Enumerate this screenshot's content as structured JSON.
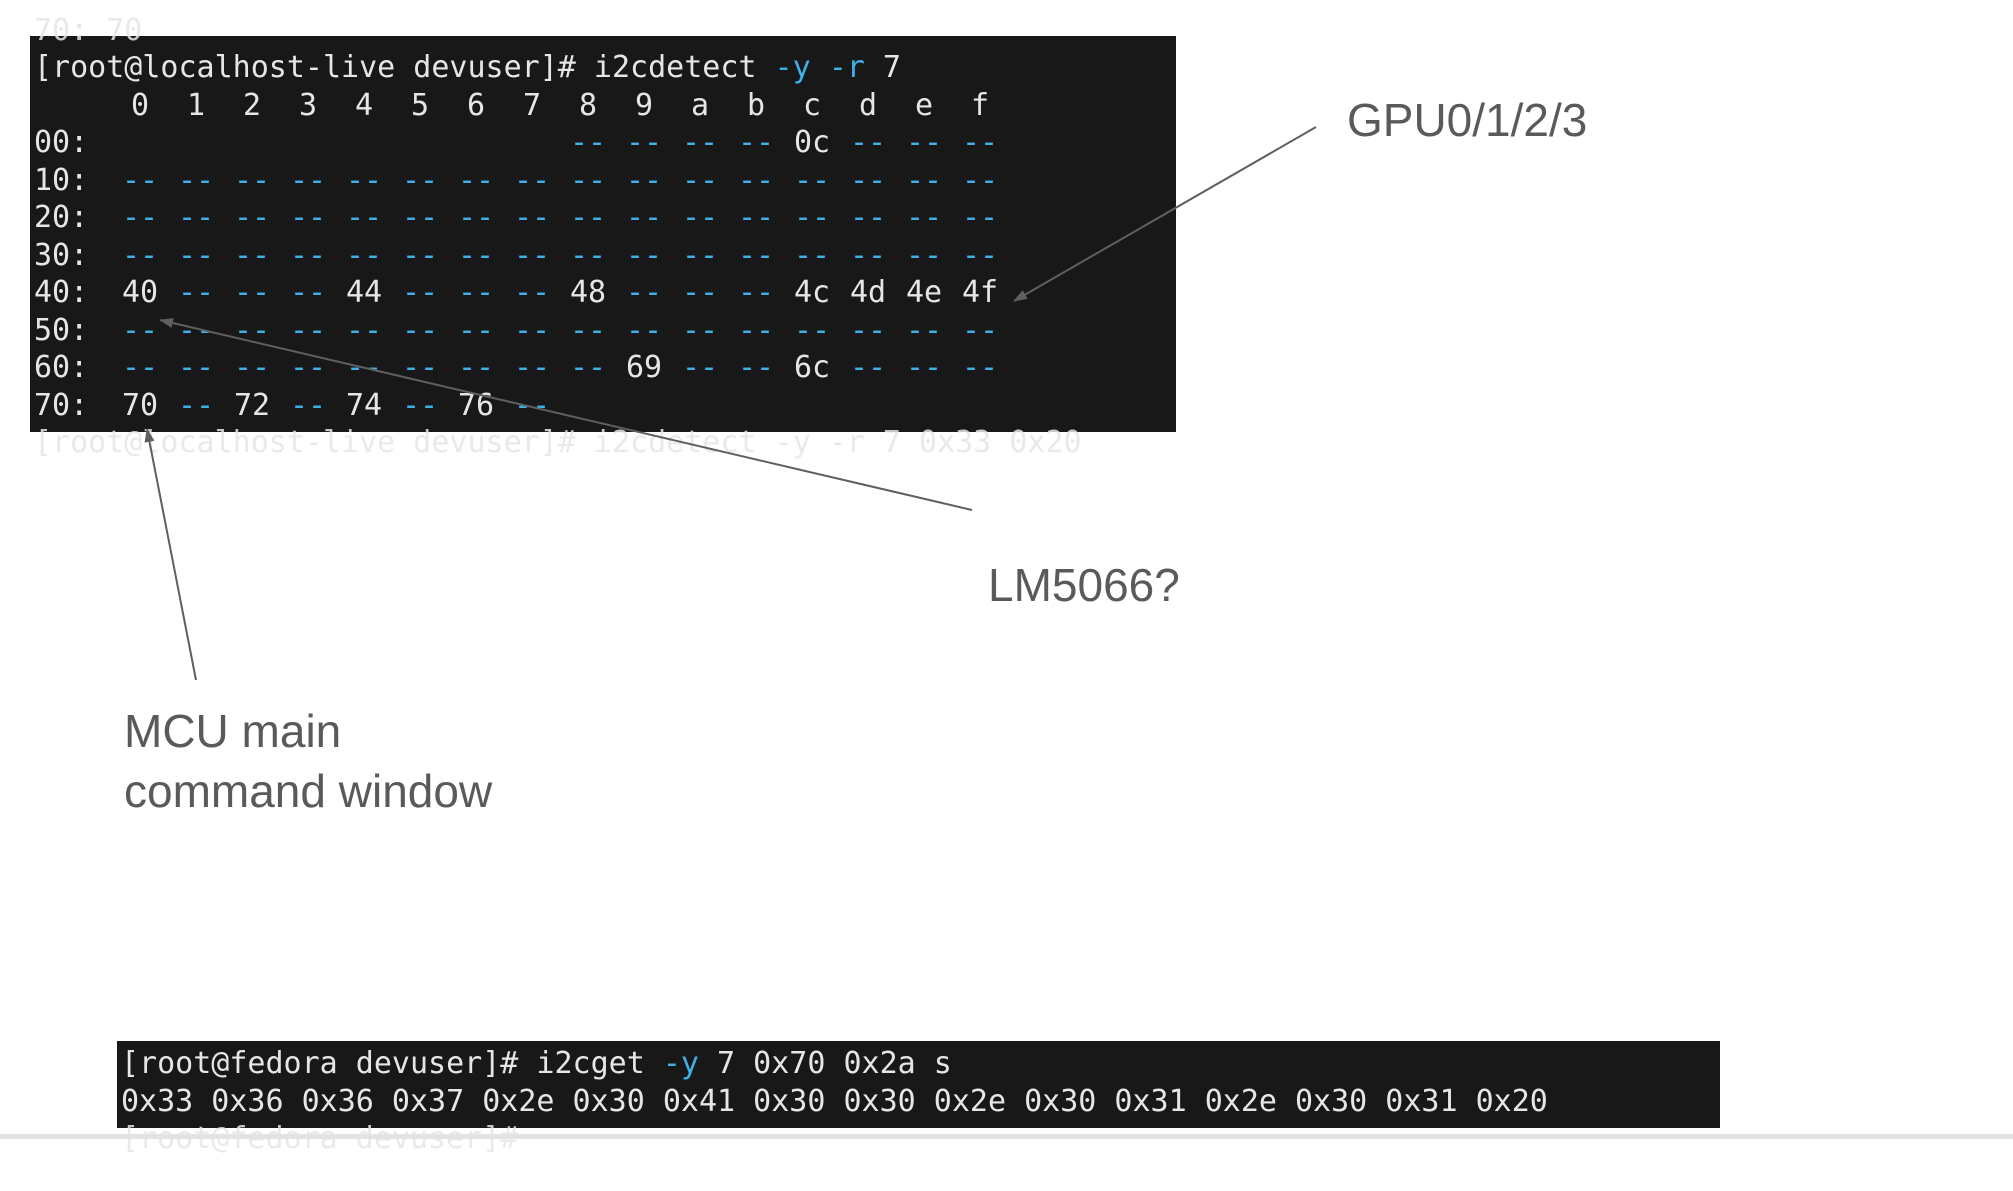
{
  "terminal_top": {
    "cut_line_above": "70: 70",
    "prompt": "[root@localhost-live devuser]# ",
    "command": "i2cdetect",
    "flag_y": "-y",
    "flag_r": "-r",
    "bus": "7",
    "header_cols": [
      "0",
      "1",
      "2",
      "3",
      "4",
      "5",
      "6",
      "7",
      "8",
      "9",
      "a",
      "b",
      "c",
      "d",
      "e",
      "f"
    ],
    "rows": [
      {
        "label": "00:",
        "cells": [
          "",
          "",
          "",
          "",
          "",
          "",
          "",
          "",
          "--",
          "--",
          "--",
          "--",
          "0c",
          "--",
          "--",
          "--"
        ]
      },
      {
        "label": "10:",
        "cells": [
          "--",
          "--",
          "--",
          "--",
          "--",
          "--",
          "--",
          "--",
          "--",
          "--",
          "--",
          "--",
          "--",
          "--",
          "--",
          "--"
        ]
      },
      {
        "label": "20:",
        "cells": [
          "--",
          "--",
          "--",
          "--",
          "--",
          "--",
          "--",
          "--",
          "--",
          "--",
          "--",
          "--",
          "--",
          "--",
          "--",
          "--"
        ]
      },
      {
        "label": "30:",
        "cells": [
          "--",
          "--",
          "--",
          "--",
          "--",
          "--",
          "--",
          "--",
          "--",
          "--",
          "--",
          "--",
          "--",
          "--",
          "--",
          "--"
        ]
      },
      {
        "label": "40:",
        "cells": [
          "40",
          "--",
          "--",
          "--",
          "44",
          "--",
          "--",
          "--",
          "48",
          "--",
          "--",
          "--",
          "4c",
          "4d",
          "4e",
          "4f"
        ]
      },
      {
        "label": "50:",
        "cells": [
          "--",
          "--",
          "--",
          "--",
          "--",
          "--",
          "--",
          "--",
          "--",
          "--",
          "--",
          "--",
          "--",
          "--",
          "--",
          "--"
        ]
      },
      {
        "label": "60:",
        "cells": [
          "--",
          "--",
          "--",
          "--",
          "--",
          "--",
          "--",
          "--",
          "--",
          "69",
          "--",
          "--",
          "6c",
          "--",
          "--",
          "--"
        ]
      },
      {
        "label": "70:",
        "cells": [
          "70",
          "--",
          "72",
          "--",
          "74",
          "--",
          "76",
          "--",
          "",
          "",
          "",
          "",
          "",
          "",
          "",
          ""
        ]
      }
    ],
    "cut_line_below": "[root@localhost-live devuser]# i2cdetect -y -r 7 0x33 0x20"
  },
  "terminal_bottom": {
    "prompt": "[root@fedora devuser]# ",
    "command": "i2cget",
    "flag_y": "-y",
    "args": " 7 0x70 0x2a s",
    "output": "0x33 0x36 0x36 0x37 0x2e 0x30 0x41 0x30 0x30 0x2e 0x30 0x31 0x2e 0x30 0x31 0x20",
    "cut_line_below": "[root@fedora devuser]#"
  },
  "annotations": {
    "gpu": "GPU0/1/2/3",
    "lm5066": "LM5066?",
    "mcu_line1": "MCU main",
    "mcu_line2": "command window"
  },
  "colors": {
    "terminal_bg": "#181818",
    "terminal_text": "#e6e6e6",
    "terminal_accent": "#3fb1ea",
    "annotation_text": "#5a5a5a",
    "arrow": "#5f5f5f"
  }
}
